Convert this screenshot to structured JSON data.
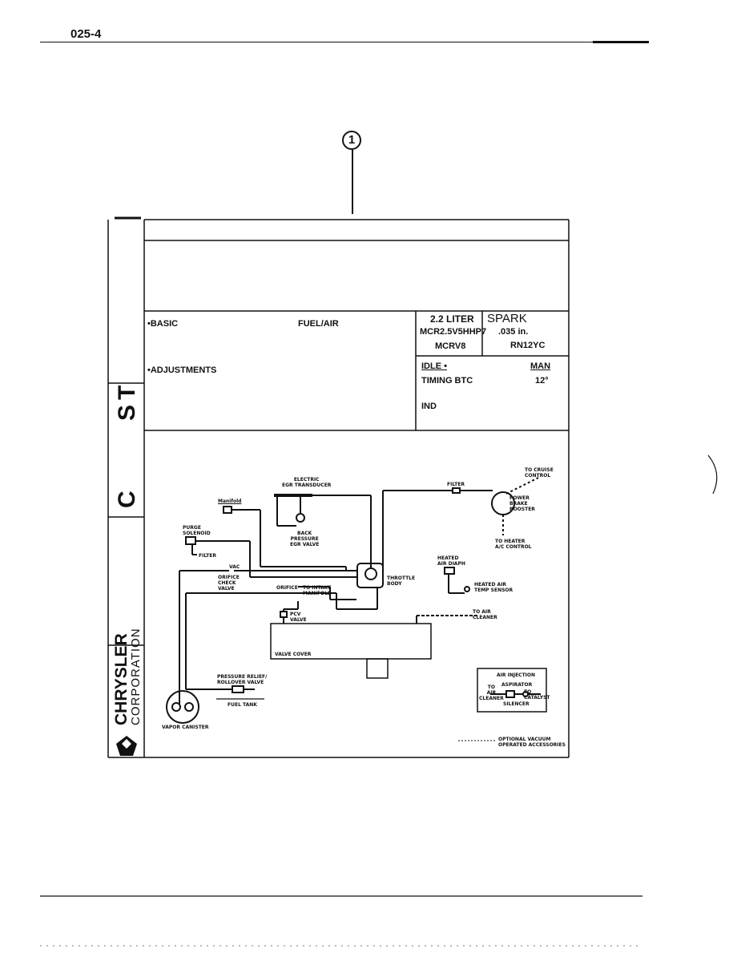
{
  "page": {
    "number": "025-4"
  },
  "callout": {
    "label": "1"
  },
  "side_panel": {
    "letters_top": "ST",
    "letter_c": "C",
    "brand_line1": "CHRYSLER",
    "brand_line2": "CORPORATION"
  },
  "header_rows": {
    "basic": "•BASIC",
    "fuel_air": "FUEL/AIR",
    "adjustments": "•ADJUSTMENTS",
    "engine_liters": "2.2 LITER",
    "engine_code1": "MCR2.5V5HHP7",
    "engine_code2": "MCRV8",
    "spark": "SPARK",
    "gap": ".035 in.",
    "plug": "RN12YC",
    "idle": "IDLE •",
    "man": "MAN",
    "timing": "TIMING BTC",
    "timing_deg": "12°",
    "ind": "IND"
  },
  "diagram": {
    "labels": {
      "to_cruise": "TO CRUISE\nCONTROL",
      "filter_top": "FILTER",
      "electric_egr": "ELECTRIC\nEGR TRANSDUCER",
      "power_brake": "POWER\nBRAKE\nBOOSTER",
      "unknown": "Manifold",
      "purge": "PURGE\nSOLENOID",
      "back_pressure": "BACK\nPRESSURE\nEGR VALVE",
      "to_heater": "TO HEATER\nA/C CONTROL",
      "filter_left": "FILTER",
      "heated_air_diaph": "HEATED\nAIR DIAPH",
      "vac": "VAC",
      "orifice_check": "ORIFICE\nCHECK\nVALVE",
      "orifice": "ORIFICE",
      "to_intake": "TO INTAKE\nMANIFOLD",
      "throttle_body": "THROTTLE\nBODY",
      "heated_air_temp": "HEATED AIR\nTEMP SENSOR",
      "pcv": "PCV\nVALVE",
      "to_air_cleaner": "TO AIR\nCLEANER",
      "valve_cover": "VALVE COVER",
      "pressure_relief": "PRESSURE RELIEF/\nROLLOVER VALVE",
      "fuel_tank": "FUEL TANK",
      "vapor_canister": "VAPOR CANISTER",
      "air_injection": "AIR INJECTION",
      "aspirator": "ASPIRATOR",
      "to_air_cleaner2": "TO\nAIR\nCLEANER",
      "to_catalyst": "TO\nCATALYST",
      "silencer": "SILENCER",
      "optional_vacuum": "OPTIONAL VACUUM\nOPERATED ACCESSORIES"
    }
  }
}
